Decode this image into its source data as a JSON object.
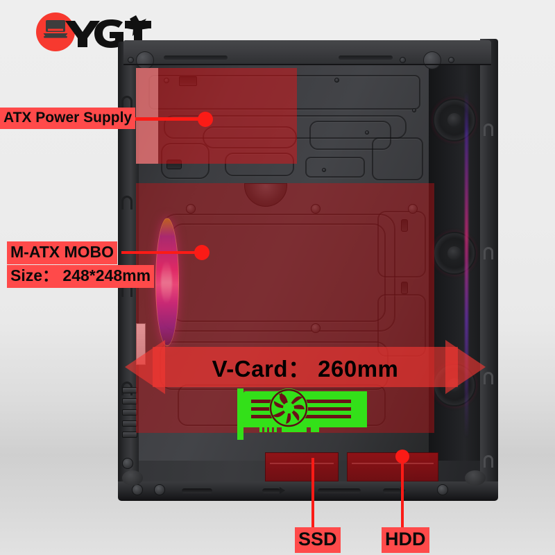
{
  "brand": {
    "name": "YGT",
    "badge_color": "#f7392f",
    "badge_icon": "laptop-icon",
    "star_icon": "star-icon"
  },
  "product": {
    "type": "computer-case-cutaway",
    "accent_color": "#fb1b16",
    "label_bg": "#ff4a4a",
    "gpu_illustration_color": "#33e019",
    "rgb_fan_colors": [
      "#c8aa28",
      "#eb3ca0",
      "#6e32be"
    ]
  },
  "callouts": [
    {
      "id": "psu",
      "label": "ATX Power Supply",
      "target": "psu-bay-overlay"
    },
    {
      "id": "mobo",
      "label": "M-ATX MOBO",
      "sub_label": "Size： 248*248mm",
      "target": "motherboard-tray-overlay"
    },
    {
      "id": "ssd",
      "label": "SSD",
      "target": "ssd-drive-bay"
    },
    {
      "id": "hdd",
      "label": "HDD",
      "target": "hdd-drive-bay"
    }
  ],
  "dimension_arrow": {
    "label": "V-Card： 260mm",
    "component": "graphics-card",
    "value": 260,
    "unit": "mm",
    "direction": "horizontal-double"
  },
  "specs": {
    "motherboard_form_factor": "M-ATX",
    "motherboard_size": "248*248mm",
    "psu_type": "ATX",
    "max_gpu_length": "260mm",
    "drive_bays": [
      "SSD",
      "HDD"
    ]
  }
}
